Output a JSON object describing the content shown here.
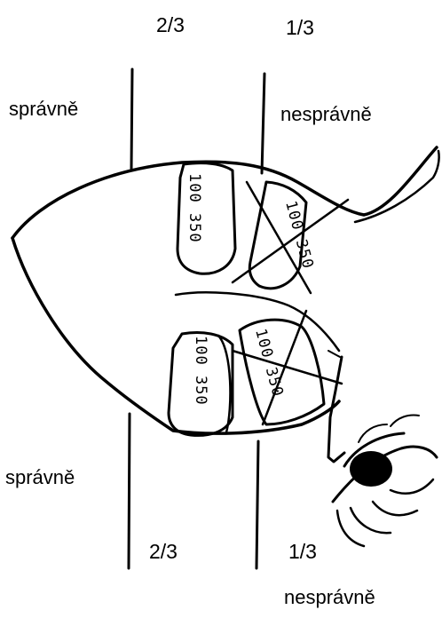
{
  "top": {
    "fraction_left": "2/3",
    "fraction_right": "1/3",
    "label_left": "správně",
    "label_right": "nesprávně"
  },
  "bottom": {
    "fraction_left": "2/3",
    "fraction_right": "1/3",
    "label_left": "správně",
    "label_right": "nesprávně"
  },
  "tubes": {
    "top_left": "100 350",
    "top_right": "100 350",
    "bottom_left": "100 350",
    "bottom_right": "100 350"
  },
  "icons": [
    "eye-icon",
    "cross-out-icon"
  ]
}
